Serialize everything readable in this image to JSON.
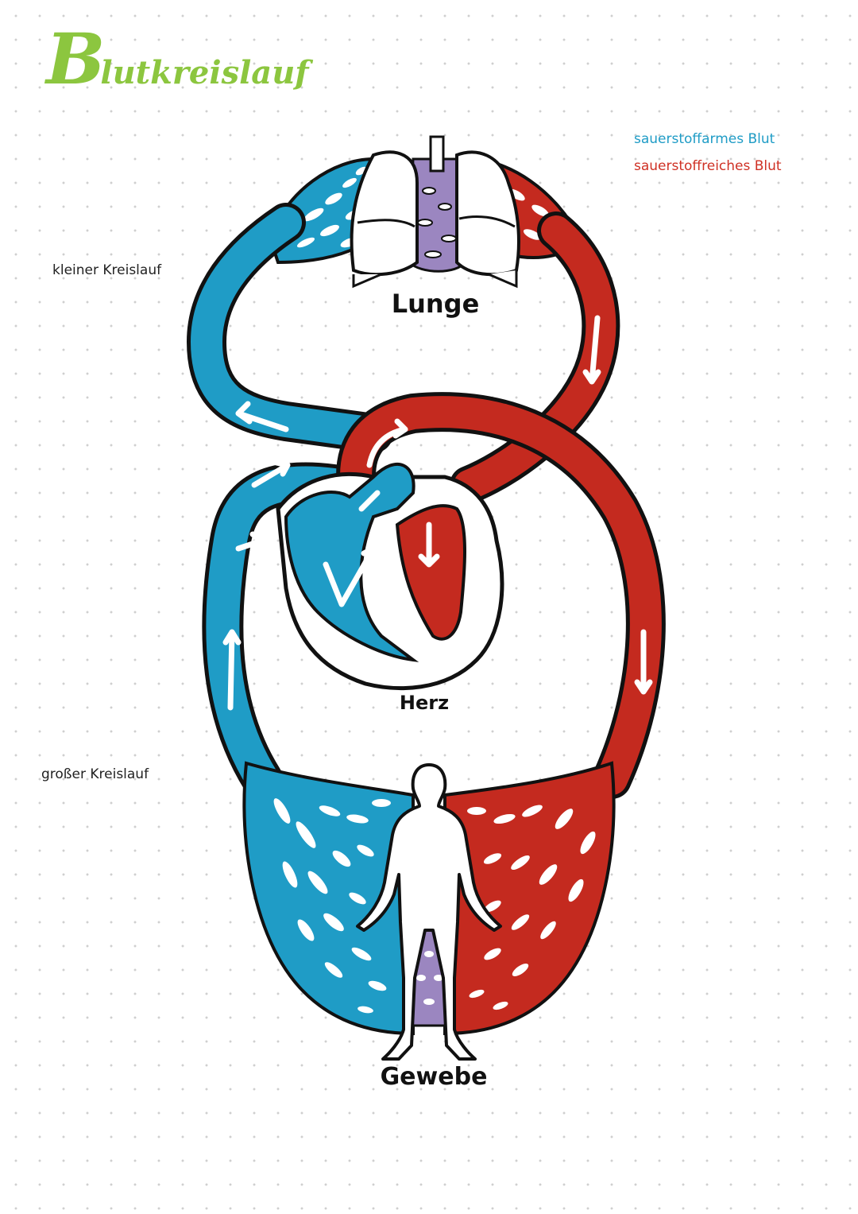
{
  "title": {
    "initial": "B",
    "rest": "lutkreislauf"
  },
  "legend": {
    "venous": "sauerstoffarmes Blut",
    "arterial": "sauerstoffreiches Blut"
  },
  "labels": {
    "small_circuit": "kleiner Kreislauf",
    "large_circuit": "großer Kreislauf",
    "lung": "Lunge",
    "heart": "Herz",
    "tissue": "Gewebe"
  },
  "colors": {
    "venous": "#1f9cc6",
    "arterial": "#c42a1f",
    "organ": "#9b86c0",
    "title": "#8cc63f",
    "outline": "#111111"
  }
}
